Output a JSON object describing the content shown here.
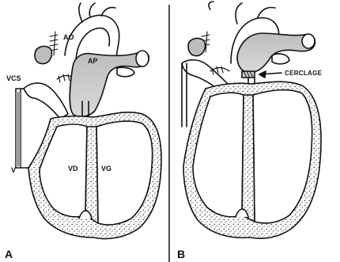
{
  "panels": [
    {
      "letter": "A",
      "labels": {
        "ao": "AO",
        "ap": "AP",
        "vcs": "VCS",
        "vd": "VD",
        "vg": "VG",
        "vci": "V"
      }
    },
    {
      "letter": "B",
      "labels": {
        "cerclage": "CERCLAGE"
      }
    }
  ]
}
